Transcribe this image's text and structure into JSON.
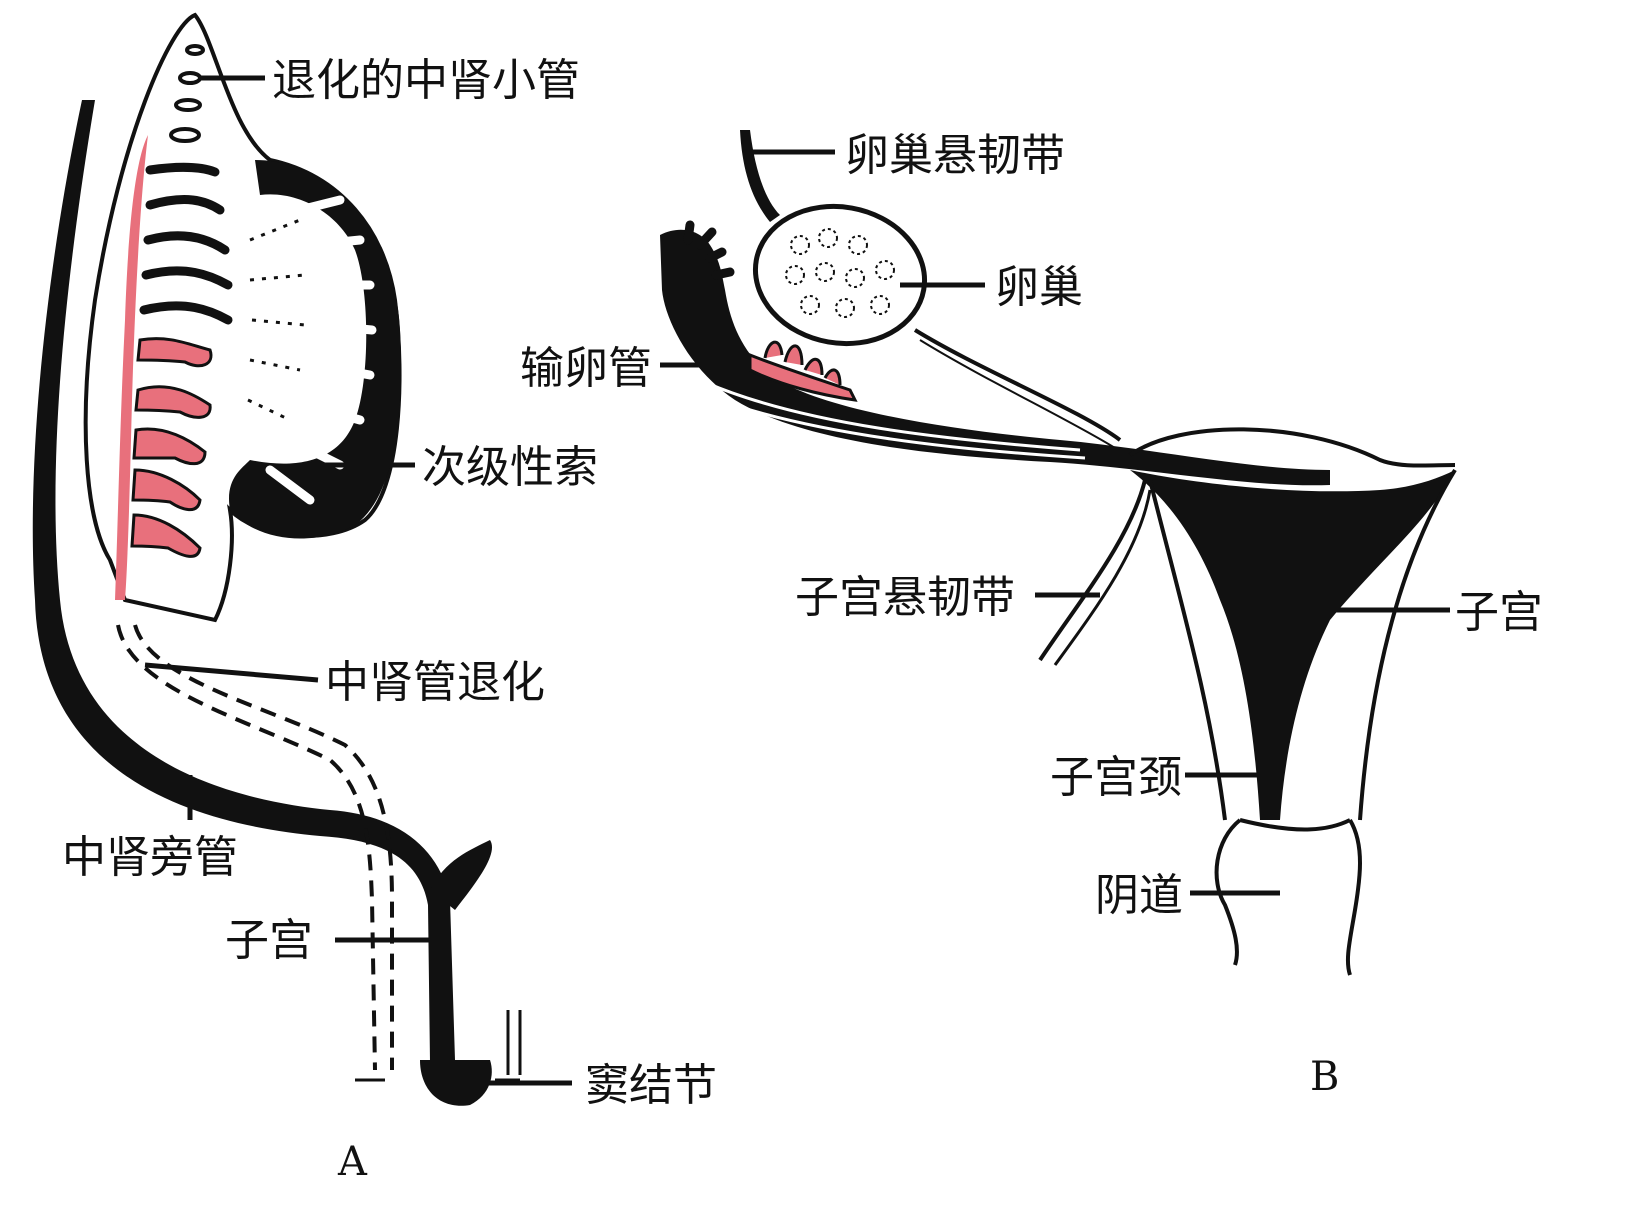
{
  "figure": {
    "panels": [
      {
        "id": "A",
        "caption": "A"
      },
      {
        "id": "B",
        "caption": "B"
      }
    ]
  },
  "labels": {
    "A": {
      "regressing_mesonephric_tubules": "退化的中肾小管",
      "secondary_sex_cords": "次级性索",
      "mesonephric_duct_regression": "中肾管退化",
      "paramesonephric_duct": "中肾旁管",
      "uterus": "子宫",
      "sinus_tubercle": "窦结节"
    },
    "B": {
      "suspensory_ligament_of_ovary": "卵巢悬韧带",
      "ovary": "卵巢",
      "oviduct": "输卵管",
      "suspensory_ligament_of_uterus": "子宫悬韧带",
      "uterus": "子宫",
      "cervix": "子宫颈",
      "vagina": "阴道"
    }
  },
  "colors": {
    "ink": "#111111",
    "mesonephric_red": "#e8707c",
    "background": "#ffffff"
  }
}
